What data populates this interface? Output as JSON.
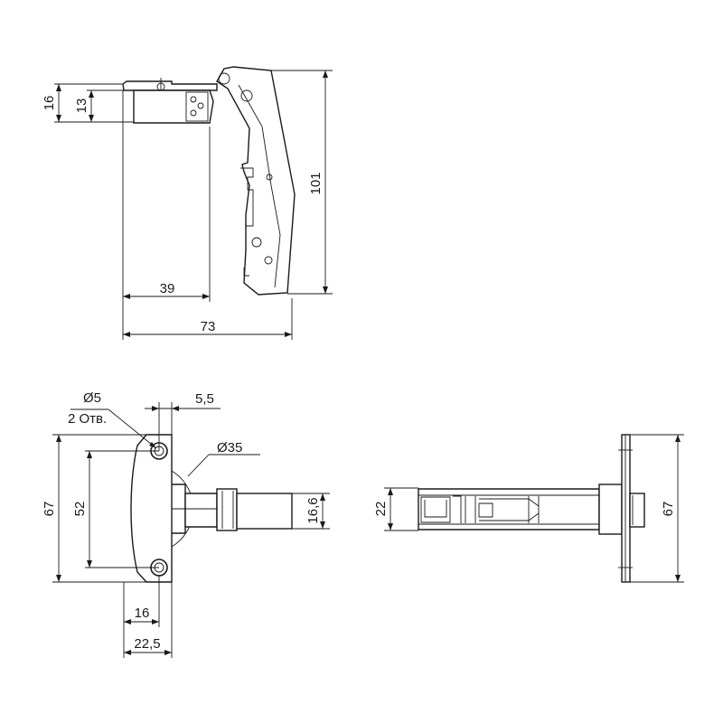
{
  "colors": {
    "line": "#1a1a1a",
    "background": "#ffffff",
    "hole_fill": "#cccccc"
  },
  "side_view": {
    "dim_height_outer": "16",
    "dim_height_inner": "13",
    "dim_total_height": "101",
    "dim_depth_inner": "39",
    "dim_total_width": "73"
  },
  "plan_view": {
    "hole_diameter": "Ø5",
    "hole_count": "2 Отв.",
    "offset_dim": "5,5",
    "cup_diameter": "Ø35",
    "plate_height": "67",
    "hole_spacing": "52",
    "arm_width": "16,6",
    "dim_cup_center": "16",
    "dim_plate_width": "22,5"
  },
  "bottom_view": {
    "dim_arm_height": "22",
    "dim_plate_height": "67"
  }
}
